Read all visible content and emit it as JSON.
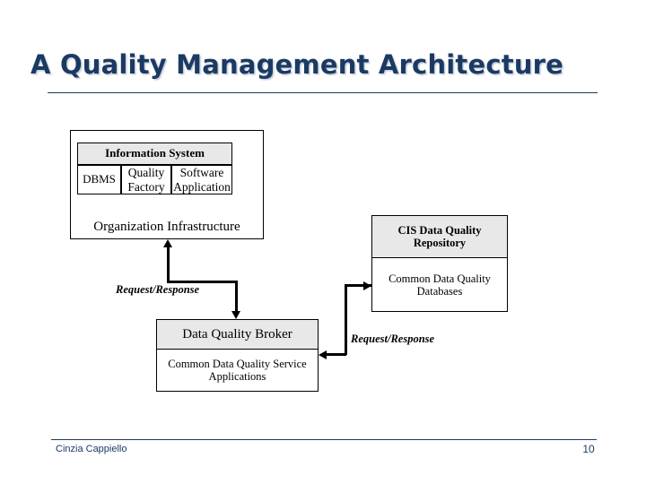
{
  "slide": {
    "title": "A Quality Management Architecture",
    "accent_color": "#1b3a63",
    "header_fill": "#e8e8e8"
  },
  "diagram": {
    "information_system": {
      "header": "Information System",
      "cells": [
        {
          "label": "DBMS"
        },
        {
          "label": "Quality Factory"
        },
        {
          "label": "Software Application"
        }
      ],
      "container_label": "Organization Infrastructure"
    },
    "repository": {
      "header": "CIS Data Quality Repository",
      "body": "Common Data Quality Databases"
    },
    "broker": {
      "header": "Data Quality Broker",
      "body": "Common Data Quality Service Applications"
    },
    "connectors": [
      {
        "label": "Request/Response"
      },
      {
        "label": "Request/Response"
      }
    ]
  },
  "footer": {
    "author": "Cinzia Cappiello",
    "page_number": "10"
  }
}
